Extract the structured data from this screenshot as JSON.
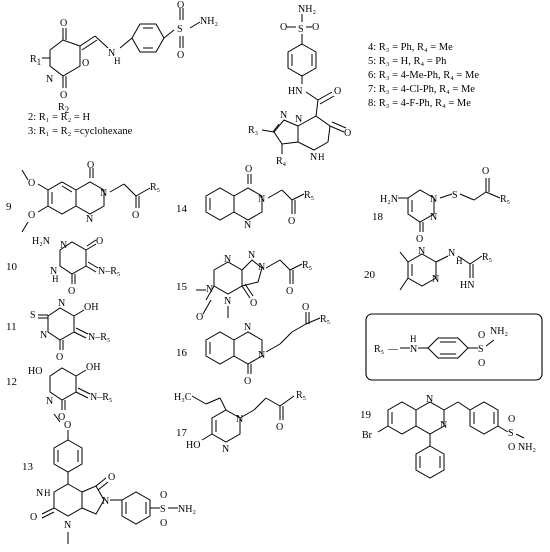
{
  "compounds": {
    "c2_3": {
      "sub_r1": "R",
      "sub_r1_idx": "1",
      "sub_r2": "R",
      "sub_r2_idx": "2",
      "nh": "N",
      "h": "H",
      "so2nh2": "NH₂",
      "s": "S",
      "o": "O",
      "n": "N",
      "legend_2": "2: R₁ = R₂ = H",
      "legend_3": "3: R₁ = R₂ =cyclohexane"
    },
    "c4_8": {
      "nh2": "NH₂",
      "s": "S",
      "o": "O",
      "hn": "HN",
      "n": "N",
      "h": "H",
      "r3": "R₃",
      "r4": "R₄",
      "legend": [
        "4: R₃ = Ph, R₄ = Me",
        "5: R₃ = H, R₄ = Ph",
        "6: R₃ = 4-Me-Ph, R₄ = Me",
        "7: R₃ = 4-Cl-Ph, R₄ = Me",
        "8: R₃ = 4-F-Ph, R₄ = Me"
      ]
    },
    "c9": {
      "number": "9",
      "o": "O",
      "n": "N",
      "r5": "R₅"
    },
    "c10": {
      "number": "10",
      "h2n": "H₂N",
      "n": "N",
      "hn": "N",
      "h": "H",
      "o": "O",
      "r5": "N–R₅"
    },
    "c11": {
      "number": "11",
      "s": "S",
      "n": "N",
      "oh": "OH",
      "o": "O",
      "r5": "N–R₅"
    },
    "c12": {
      "number": "12",
      "ho": "HO",
      "oh": "OH",
      "n": "N",
      "o": "O",
      "r5": "N–R₅"
    },
    "c13": {
      "number": "13",
      "o": "O",
      "nh": "N",
      "h": "H",
      "n": "N",
      "nh2": "NH₂",
      "s": "S"
    },
    "c14": {
      "number": "14",
      "n": "N",
      "o": "O",
      "r5": "R₅"
    },
    "c15": {
      "number": "15",
      "n": "N",
      "o": "O",
      "r5": "R₅"
    },
    "c16": {
      "number": "16",
      "n": "N",
      "o": "O",
      "r5": "R₅"
    },
    "c17": {
      "number": "17",
      "h3c": "H₃C",
      "n": "N",
      "ho": "HO",
      "o": "O",
      "r5": "R₅"
    },
    "c18": {
      "number": "18",
      "h2n": "H₂N",
      "n": "N",
      "s": "S",
      "o": "O",
      "r5": "R₅"
    },
    "c19": {
      "number": "19",
      "br": "Br",
      "n": "N",
      "s": "S",
      "o": "O",
      "nh2": "NH₂"
    },
    "c20": {
      "number": "20",
      "n": "N",
      "h": "H",
      "hn": "HN",
      "r5": "R₅"
    },
    "r5_box": {
      "r5": "R₅",
      "dash": "—",
      "n": "N",
      "h": "H",
      "s": "S",
      "o": "O",
      "nh2": "NH₂"
    }
  }
}
